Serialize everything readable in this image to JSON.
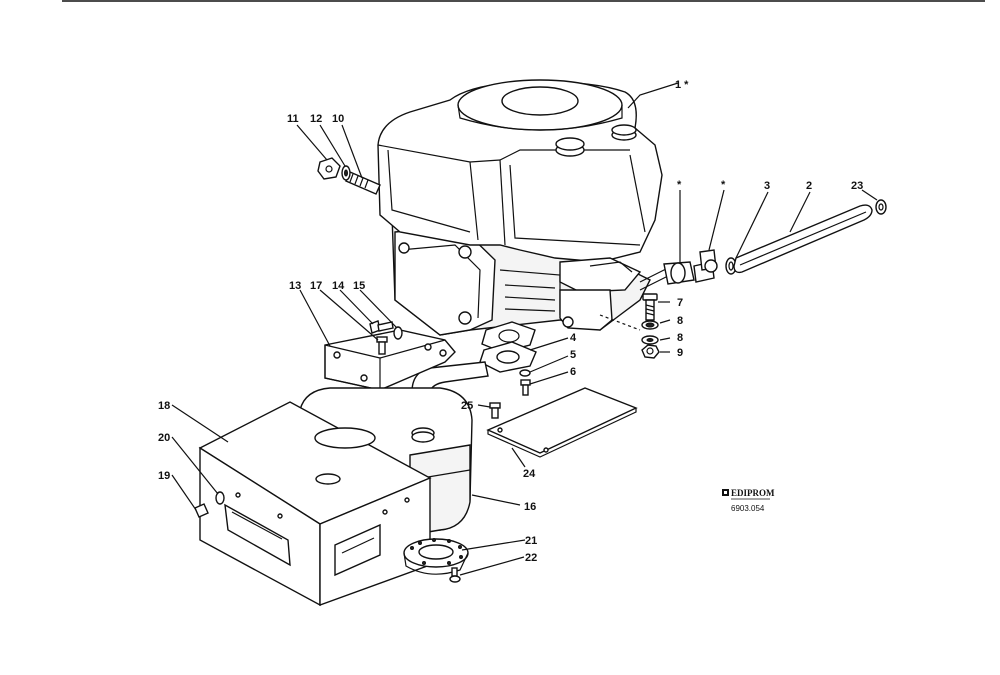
{
  "callouts": [
    {
      "id": "c1",
      "text": "1 *"
    },
    {
      "id": "c11",
      "text": "11"
    },
    {
      "id": "c12",
      "text": "12"
    },
    {
      "id": "c10",
      "text": "10"
    },
    {
      "id": "cstar1",
      "text": "*"
    },
    {
      "id": "cstar2",
      "text": "*"
    },
    {
      "id": "c3",
      "text": "3"
    },
    {
      "id": "c2",
      "text": "2"
    },
    {
      "id": "c23",
      "text": "23"
    },
    {
      "id": "c13",
      "text": "13"
    },
    {
      "id": "c17",
      "text": "17"
    },
    {
      "id": "c14",
      "text": "14"
    },
    {
      "id": "c15",
      "text": "15"
    },
    {
      "id": "c4",
      "text": "4"
    },
    {
      "id": "c5",
      "text": "5"
    },
    {
      "id": "c6",
      "text": "6"
    },
    {
      "id": "c7",
      "text": "7"
    },
    {
      "id": "c8a",
      "text": "8"
    },
    {
      "id": "c8b",
      "text": "8"
    },
    {
      "id": "c9",
      "text": "9"
    },
    {
      "id": "c25",
      "text": "25"
    },
    {
      "id": "c24",
      "text": "24"
    },
    {
      "id": "c18",
      "text": "18"
    },
    {
      "id": "c20",
      "text": "20"
    },
    {
      "id": "c19",
      "text": "19"
    },
    {
      "id": "c16",
      "text": "16"
    },
    {
      "id": "c21",
      "text": "21"
    },
    {
      "id": "c22",
      "text": "22"
    }
  ],
  "logo": {
    "brand": "EDIPROM",
    "code": "6903.054"
  }
}
